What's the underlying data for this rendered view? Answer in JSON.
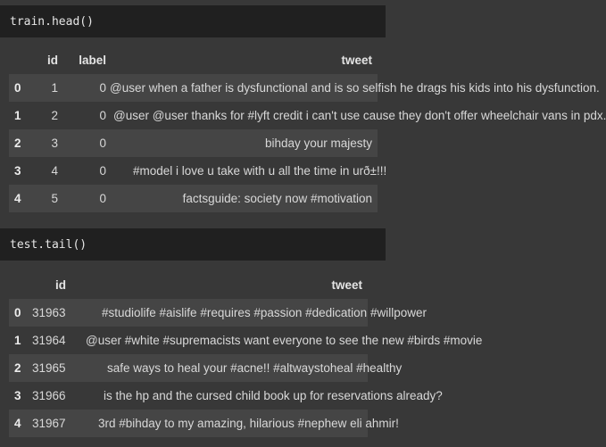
{
  "cells": [
    {
      "code": "train.head()",
      "table": {
        "columns": [
          "",
          "id",
          "label",
          "tweet"
        ],
        "rows": [
          {
            "index": "0",
            "id": "1",
            "label": "0",
            "tweet": "@user when a father is dysfunctional and is so selfish he drags his kids into his dysfunction."
          },
          {
            "index": "1",
            "id": "2",
            "label": "0",
            "tweet": "@user @user thanks for #lyft credit i can't use cause they don't offer wheelchair vans in pdx."
          },
          {
            "index": "2",
            "id": "3",
            "label": "0",
            "tweet": "bihday your majesty"
          },
          {
            "index": "3",
            "id": "4",
            "label": "0",
            "tweet": "#model i love u take with u all the time in urð±!!!"
          },
          {
            "index": "4",
            "id": "5",
            "label": "0",
            "tweet": "factsguide: society now #motivation"
          }
        ]
      }
    },
    {
      "code": "test.tail()",
      "table": {
        "columns": [
          "",
          "id",
          "tweet"
        ],
        "rows": [
          {
            "index": "0",
            "id": "31963",
            "tweet": "#studiolife #aislife #requires #passion #dedication #willpower"
          },
          {
            "index": "1",
            "id": "31964",
            "tweet": "@user #white #supremacists want everyone to see the new #birds #movie"
          },
          {
            "index": "2",
            "id": "31965",
            "tweet": "safe ways to heal your #acne!! #altwaystoheal #healthy"
          },
          {
            "index": "3",
            "id": "31966",
            "tweet": "is the hp and the cursed child book up for reservations already?"
          },
          {
            "index": "4",
            "id": "31967",
            "tweet": "3rd #bihday to my amazing, hilarious #nephew eli ahmir!"
          }
        ]
      }
    }
  ]
}
